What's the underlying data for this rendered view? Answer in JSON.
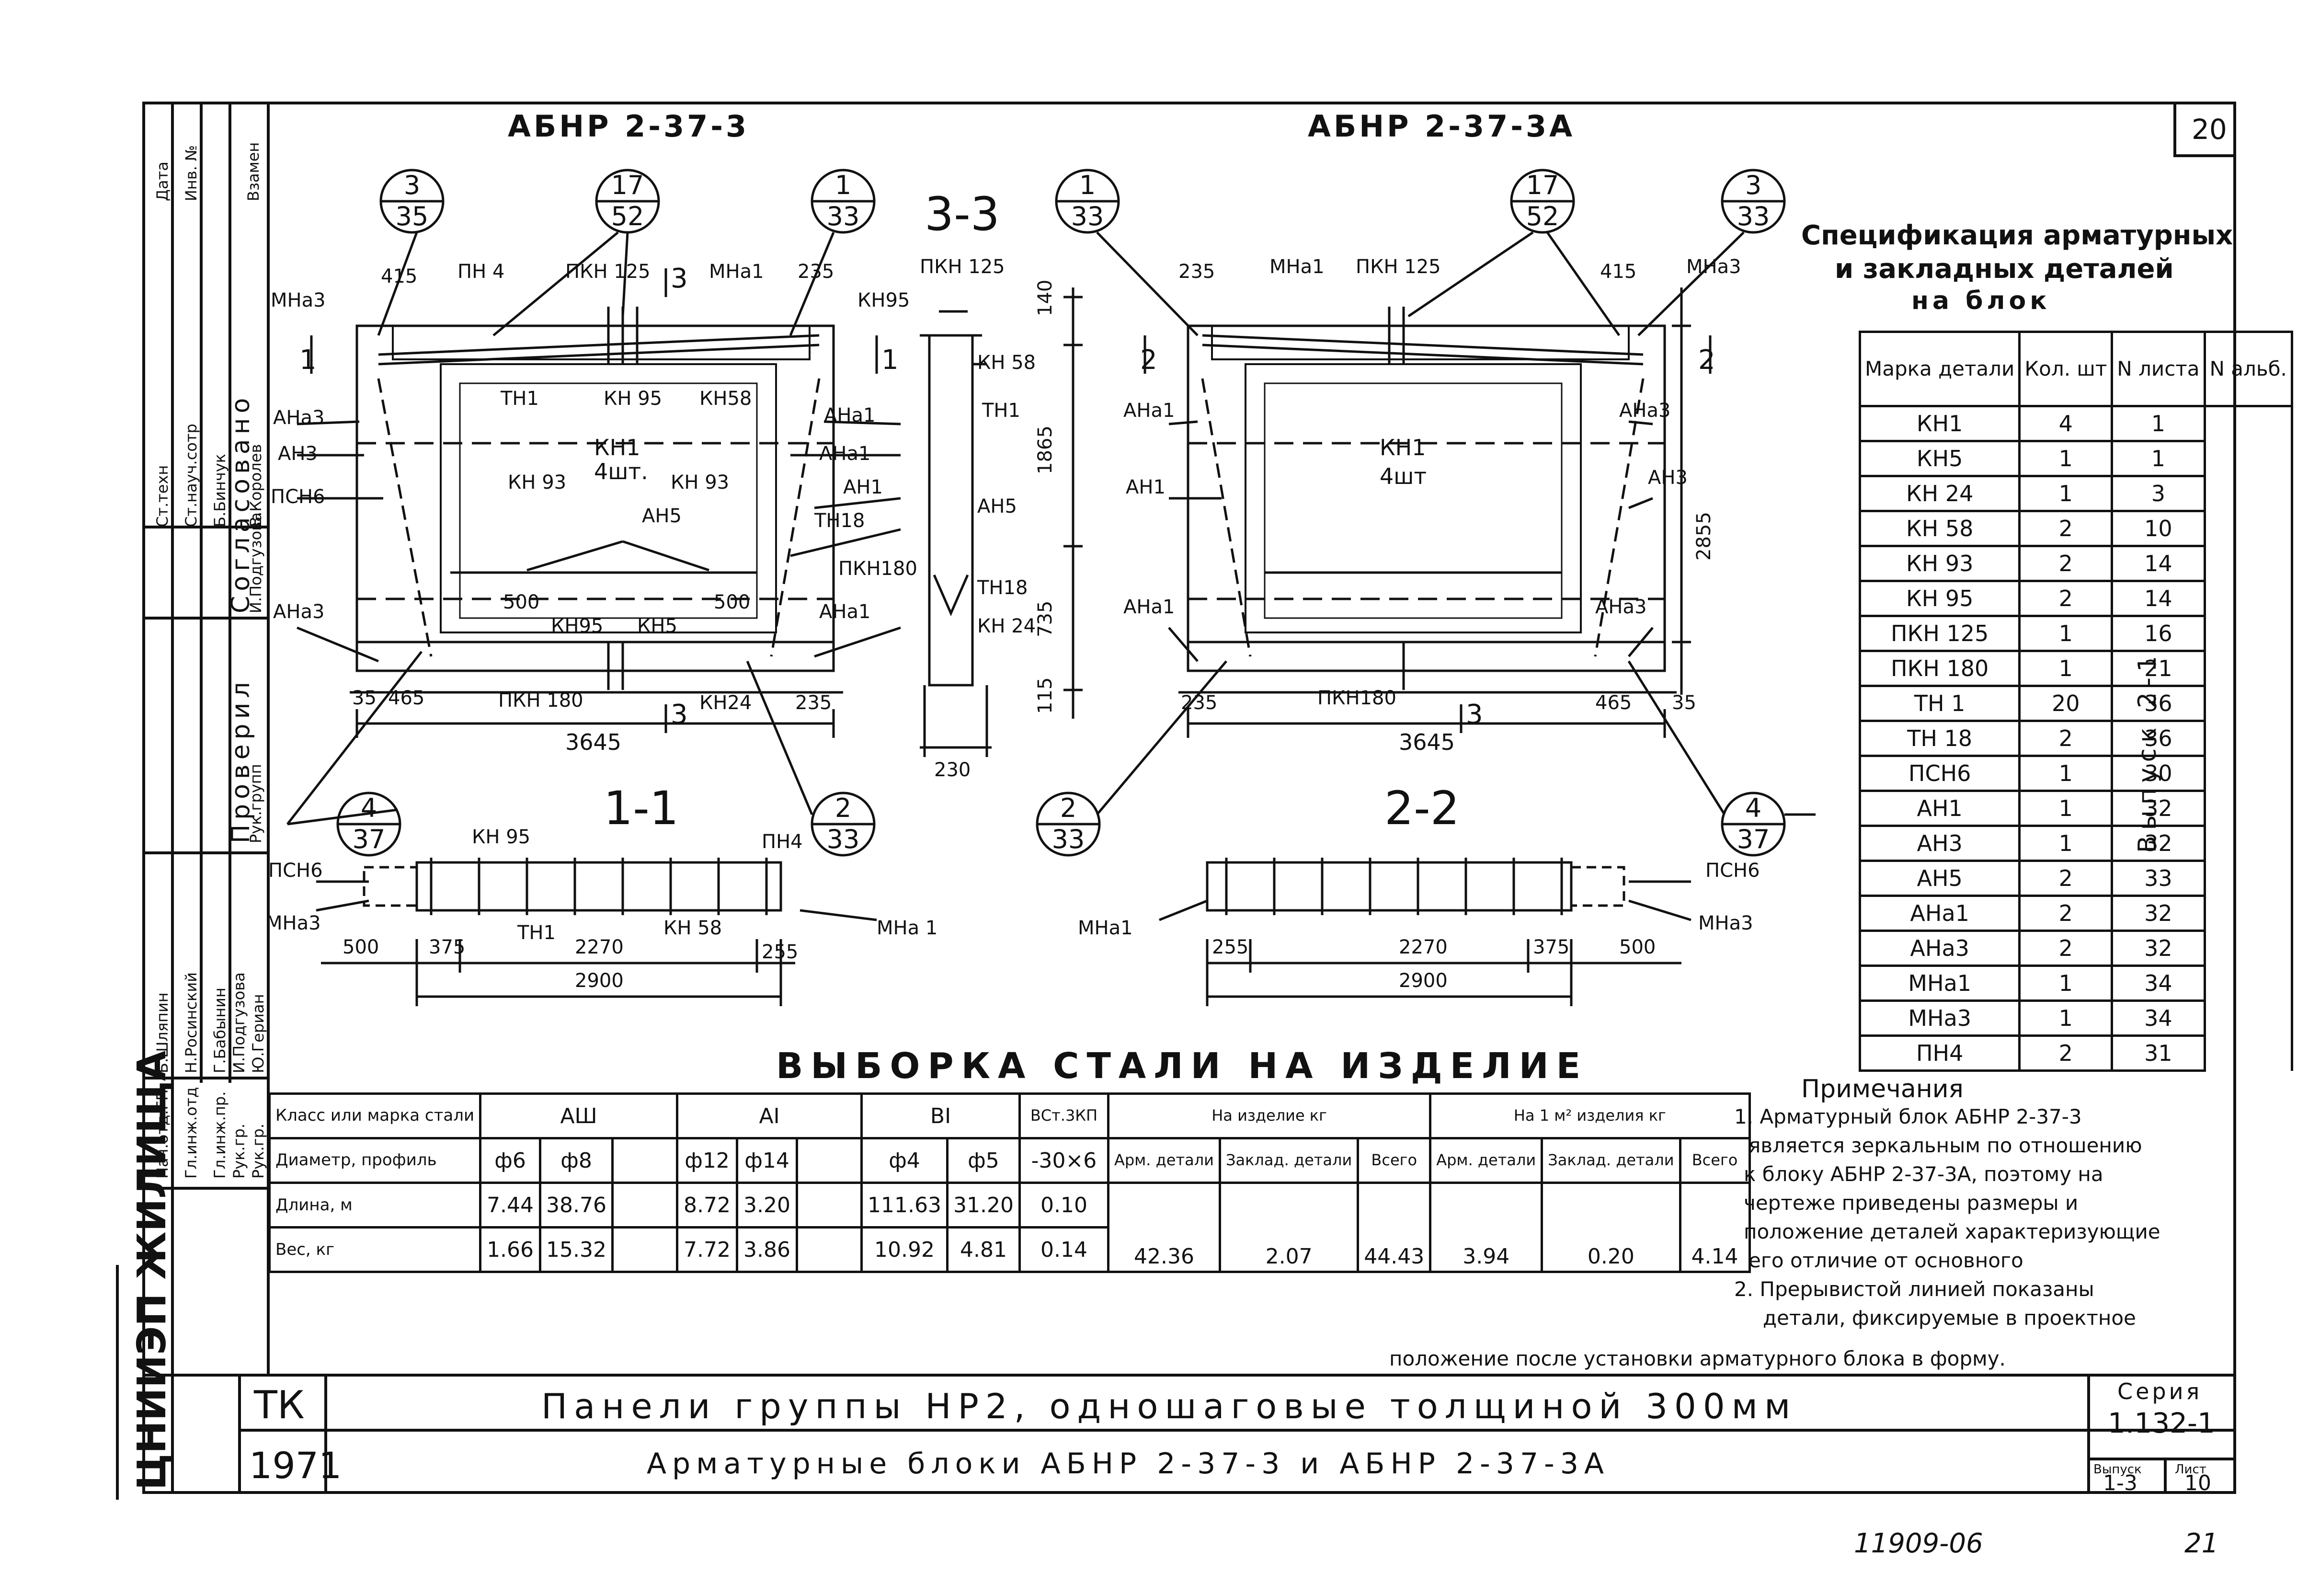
{
  "sheet": {
    "top_number": "20",
    "bottom_code": "11909-06",
    "bottom_page": "21",
    "left_title": "ЦНИИЭП ЖИЛИЩА"
  },
  "titles": {
    "left_block": "АБНР 2-37-3",
    "right_block": "АБНР 2-37-3А",
    "section_33": "3-3",
    "section_11": "1-1",
    "section_22": "2-2",
    "selection": "ВЫБОРКА СТАЛИ НА ИЗДЕЛИЕ"
  },
  "left_drawing": {
    "callouts": [
      {
        "top": "3",
        "bottom": "35"
      },
      {
        "top": "17",
        "bottom": "52"
      },
      {
        "top": "1",
        "bottom": "33"
      },
      {
        "top": "4",
        "bottom": "37"
      },
      {
        "top": "2",
        "bottom": "33"
      }
    ],
    "labels": {
      "mna3": "МНа3",
      "d415": "415",
      "pn4": "ПН 4",
      "pkn125": "ПКН 125",
      "mna1": "МНа1",
      "d235": "235",
      "ana3": "АНа3",
      "an3": "АН3",
      "psn6": "ПСН6",
      "th1": "ТН1",
      "kn95": "КН 95",
      "kn58": "КН58",
      "ana1": "АНа1",
      "kn1": "КН1",
      "kn1_qty": "4шт.",
      "kn93a": "КН 93",
      "kn93b": "КН 93",
      "an1": "АН1",
      "an5": "АН5",
      "th18": "ТН18",
      "d500a": "500",
      "d500b": "500",
      "kn95b": "КН95",
      "kn5": "КН5",
      "pkn180": "ПКН 180",
      "kn24": "КН24",
      "d35": "35",
      "d465": "465",
      "d235b": "235",
      "d3645": "3645",
      "sec1a": "1",
      "sec1b": "1",
      "sec3a": "3",
      "sec3b": "3"
    }
  },
  "section33": {
    "labels": {
      "pkn125": "ПКН 125",
      "kn95": "КН95",
      "kn58": "КН 58",
      "th1": "ТН1",
      "an5": "АН5",
      "pkn180": "ПКН180",
      "th18": "ТН18",
      "kn24": "КН 24",
      "d140": "140",
      "d1865": "1865",
      "d735": "735",
      "d115": "115",
      "d230": "230"
    }
  },
  "right_drawing": {
    "callouts": [
      {
        "top": "1",
        "bottom": "33"
      },
      {
        "top": "17",
        "bottom": "52"
      },
      {
        "top": "3",
        "bottom": "33"
      },
      {
        "top": "2",
        "bottom": "33"
      },
      {
        "top": "4",
        "bottom": "37"
      }
    ],
    "labels": {
      "d235": "235",
      "mna1": "МНа1",
      "pkn125": "ПКН 125",
      "d415": "415",
      "mna3": "МНа3",
      "ana1": "АНа1",
      "an1": "АН1",
      "kn1": "КН1",
      "kn1_qty": "4шт",
      "ana3": "АНа3",
      "an3": "АН3",
      "d2855": "2855",
      "ana1b": "АНа1",
      "ana3b": "АНа3",
      "d235b": "235",
      "pkn180": "ПКН180",
      "d465": "465",
      "d35": "35",
      "d3645": "3645",
      "sec2a": "2",
      "sec2b": "2",
      "sec3": "3"
    }
  },
  "plan_left": {
    "labels": {
      "kn95": "КН 95",
      "pn4": "ПН4",
      "psn6": "ПСН6",
      "mna3": "МНа3",
      "th1": "ТН1",
      "kn58": "КН 58",
      "mna1": "МНа 1",
      "d500": "500",
      "d375": "375",
      "d2270": "2270",
      "d255": "255",
      "d2900": "2900"
    }
  },
  "plan_right": {
    "labels": {
      "mna1": "МНа1",
      "psn6": "ПСН6",
      "mna3": "МНа3",
      "d255": "255",
      "d2270": "2270",
      "d375": "375",
      "d500": "500",
      "d2900": "2900"
    }
  },
  "spec": {
    "title_line1": "Спецификация арматурных",
    "title_line2": "и закладных деталей",
    "title_line3": "на блок",
    "headers": [
      "Марка детали",
      "Кол. шт",
      "N листа",
      "N альб."
    ],
    "album_note": "Выпуск 2-1",
    "rows": [
      {
        "mark": "КН1",
        "qty": "4",
        "sheet": "1"
      },
      {
        "mark": "КН5",
        "qty": "1",
        "sheet": "1"
      },
      {
        "mark": "КН 24",
        "qty": "1",
        "sheet": "3"
      },
      {
        "mark": "КН 58",
        "qty": "2",
        "sheet": "10"
      },
      {
        "mark": "КН 93",
        "qty": "2",
        "sheet": "14"
      },
      {
        "mark": "КН 95",
        "qty": "2",
        "sheet": "14"
      },
      {
        "mark": "ПКН 125",
        "qty": "1",
        "sheet": "16"
      },
      {
        "mark": "ПКН 180",
        "qty": "1",
        "sheet": "21"
      },
      {
        "mark": "ТН 1",
        "qty": "20",
        "sheet": "36"
      },
      {
        "mark": "ТН 18",
        "qty": "2",
        "sheet": "36"
      },
      {
        "mark": "ПСН6",
        "qty": "1",
        "sheet": "30"
      },
      {
        "mark": "АН1",
        "qty": "1",
        "sheet": "32"
      },
      {
        "mark": "АН3",
        "qty": "1",
        "sheet": "32"
      },
      {
        "mark": "АН5",
        "qty": "2",
        "sheet": "33"
      },
      {
        "mark": "АНа1",
        "qty": "2",
        "sheet": "32"
      },
      {
        "mark": "АНа3",
        "qty": "2",
        "sheet": "32"
      },
      {
        "mark": "МНа1",
        "qty": "1",
        "sheet": "34"
      },
      {
        "mark": "МНа3",
        "qty": "1",
        "sheet": "34"
      },
      {
        "mark": "ПН4",
        "qty": "2",
        "sheet": "31"
      }
    ]
  },
  "selection_table": {
    "h_class": "Класс или марка стали",
    "h_a3": "АШ",
    "h_a1": "АI",
    "h_b1": "BI",
    "h_vst": "ВСт.3КП",
    "h_item": "На изделие кг",
    "h_m2": "На 1 м² изделия кг",
    "h_diam": "Диаметр, профиль",
    "diam": [
      "ф6",
      "ф8",
      "",
      "ф12",
      "ф14",
      "",
      "ф4",
      "ф5",
      "-30×6"
    ],
    "h_arm": "Арм. детали",
    "h_emb": "Заклад. детали",
    "h_tot": "Всего",
    "h_arm2": "Арм. детали",
    "h_emb2": "Заклад. детали",
    "h_tot2": "Всего",
    "h_len": "Длина, м",
    "len": [
      "7.44",
      "38.76",
      "",
      "8.72",
      "3.20",
      "",
      "111.63",
      "31.20",
      "0.10"
    ],
    "h_wt": "Вес, кг",
    "wt": [
      "1.66",
      "15.32",
      "",
      "7.72",
      "3.86",
      "",
      "10.92",
      "4.81",
      "0.14"
    ],
    "totals": [
      "42.36",
      "2.07",
      "44.43",
      "3.94",
      "0.20",
      "4.14"
    ]
  },
  "notes": {
    "title": "Примечания",
    "n1": "1. Арматурный блок АБНР 2-37-3",
    "n1b": "является зеркальным по отношению",
    "n1c": "к блоку АБНР 2-37-3А, поэтому на",
    "n1d": "чертеже приведены размеры и",
    "n1e": "положение деталей характеризующие",
    "n1f": "его отличие от основного",
    "n2": "2. Прерывистой линией показаны",
    "n2b": "детали, фиксируемые в проектное",
    "n2c": "положение после установки арматурного блока в форму."
  },
  "stamp": {
    "rows_top": [
      {
        "role": "Ст.техн",
        "name": "Б.Бинчук"
      },
      {
        "role": "Ст.науч.сотр",
        "name": "В.Королев"
      }
    ],
    "agreed": "Согласовано",
    "checked": "Проверил",
    "date": "Дата",
    "inv": "Инв. №",
    "replaced": "Взамен",
    "staff": [
      {
        "role": "Нач.отд.ГП",
        "name": "Б.Шляпин"
      },
      {
        "role": "Гл.инж.отд",
        "name": "Н.Росинский"
      },
      {
        "role": "Гл.инж.пр.",
        "name": "Г.Бабынин"
      },
      {
        "role": "Рук.гр.",
        "name": "И.Подгузова"
      },
      {
        "role": "Рук.гр.",
        "name": "Ю.Гериан"
      }
    ],
    "left_extra1": "Рук.групп",
    "left_extra2": "И.Подгузова"
  },
  "title_block": {
    "tk": "ТК",
    "year": "1971",
    "line1": "Панели группы НР2, одношаговые толщиной 300мм",
    "line2": "Арматурные блоки АБНР 2-37-3 и АБНР 2-37-3А",
    "series_label": "Серия",
    "series": "1.132-1",
    "issue_label": "Выпуск",
    "issue": "1-3",
    "sheet_label": "Лист",
    "sheet": "10"
  }
}
